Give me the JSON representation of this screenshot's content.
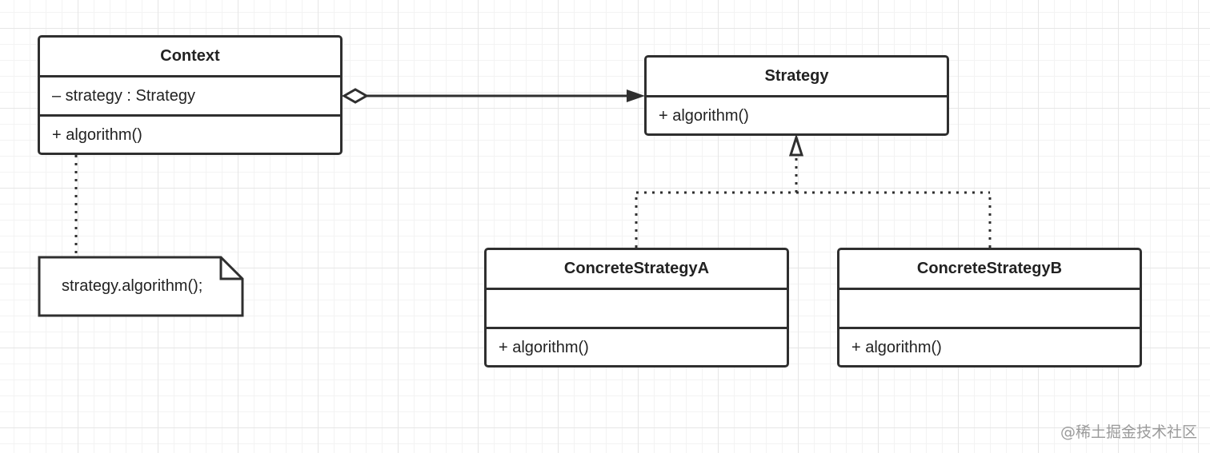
{
  "classes": {
    "context": {
      "name": "Context",
      "attribute": "– strategy : Strategy",
      "operation": "+ algorithm()"
    },
    "strategy": {
      "name": "Strategy",
      "operation": "+ algorithm()"
    },
    "concrete_a": {
      "name": "ConcreteStrategyA",
      "attribute": "",
      "operation": "+ algorithm()"
    },
    "concrete_b": {
      "name": "ConcreteStrategyB",
      "attribute": "",
      "operation": "+ algorithm()"
    }
  },
  "note": {
    "text": "strategy.algorithm();"
  },
  "watermark": "@稀土掘金技术社区"
}
